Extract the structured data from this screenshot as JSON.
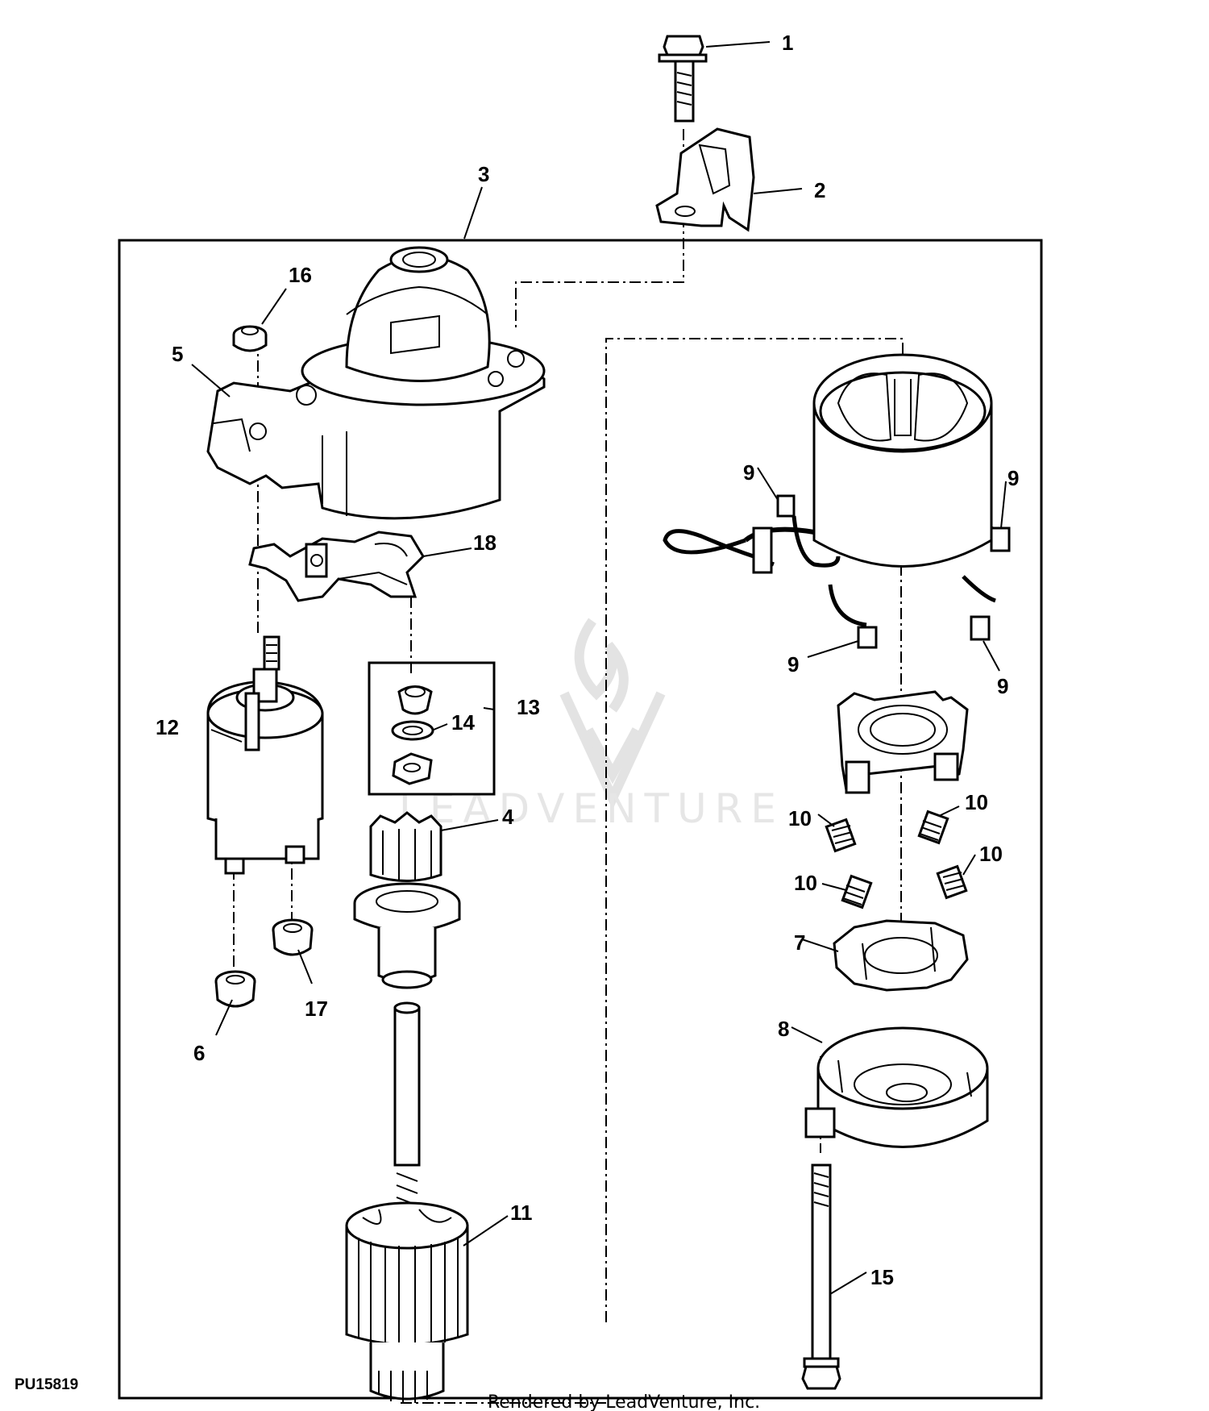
{
  "figure_id": "PU15819",
  "credit": "Rendered by LeadVenture, Inc.",
  "watermark": "LEADVENTURE",
  "callouts": {
    "c1": "1",
    "c2": "2",
    "c3": "3",
    "c4": "4",
    "c5": "5",
    "c6": "6",
    "c7": "7",
    "c8": "8",
    "c9a": "9",
    "c9b": "9",
    "c9c": "9",
    "c9d": "9",
    "c10a": "10",
    "c10b": "10",
    "c10c": "10",
    "c10d": "10",
    "c11": "11",
    "c12": "12",
    "c13": "13",
    "c14": "14",
    "c15": "15",
    "c16": "16",
    "c17": "17",
    "c18": "18"
  }
}
